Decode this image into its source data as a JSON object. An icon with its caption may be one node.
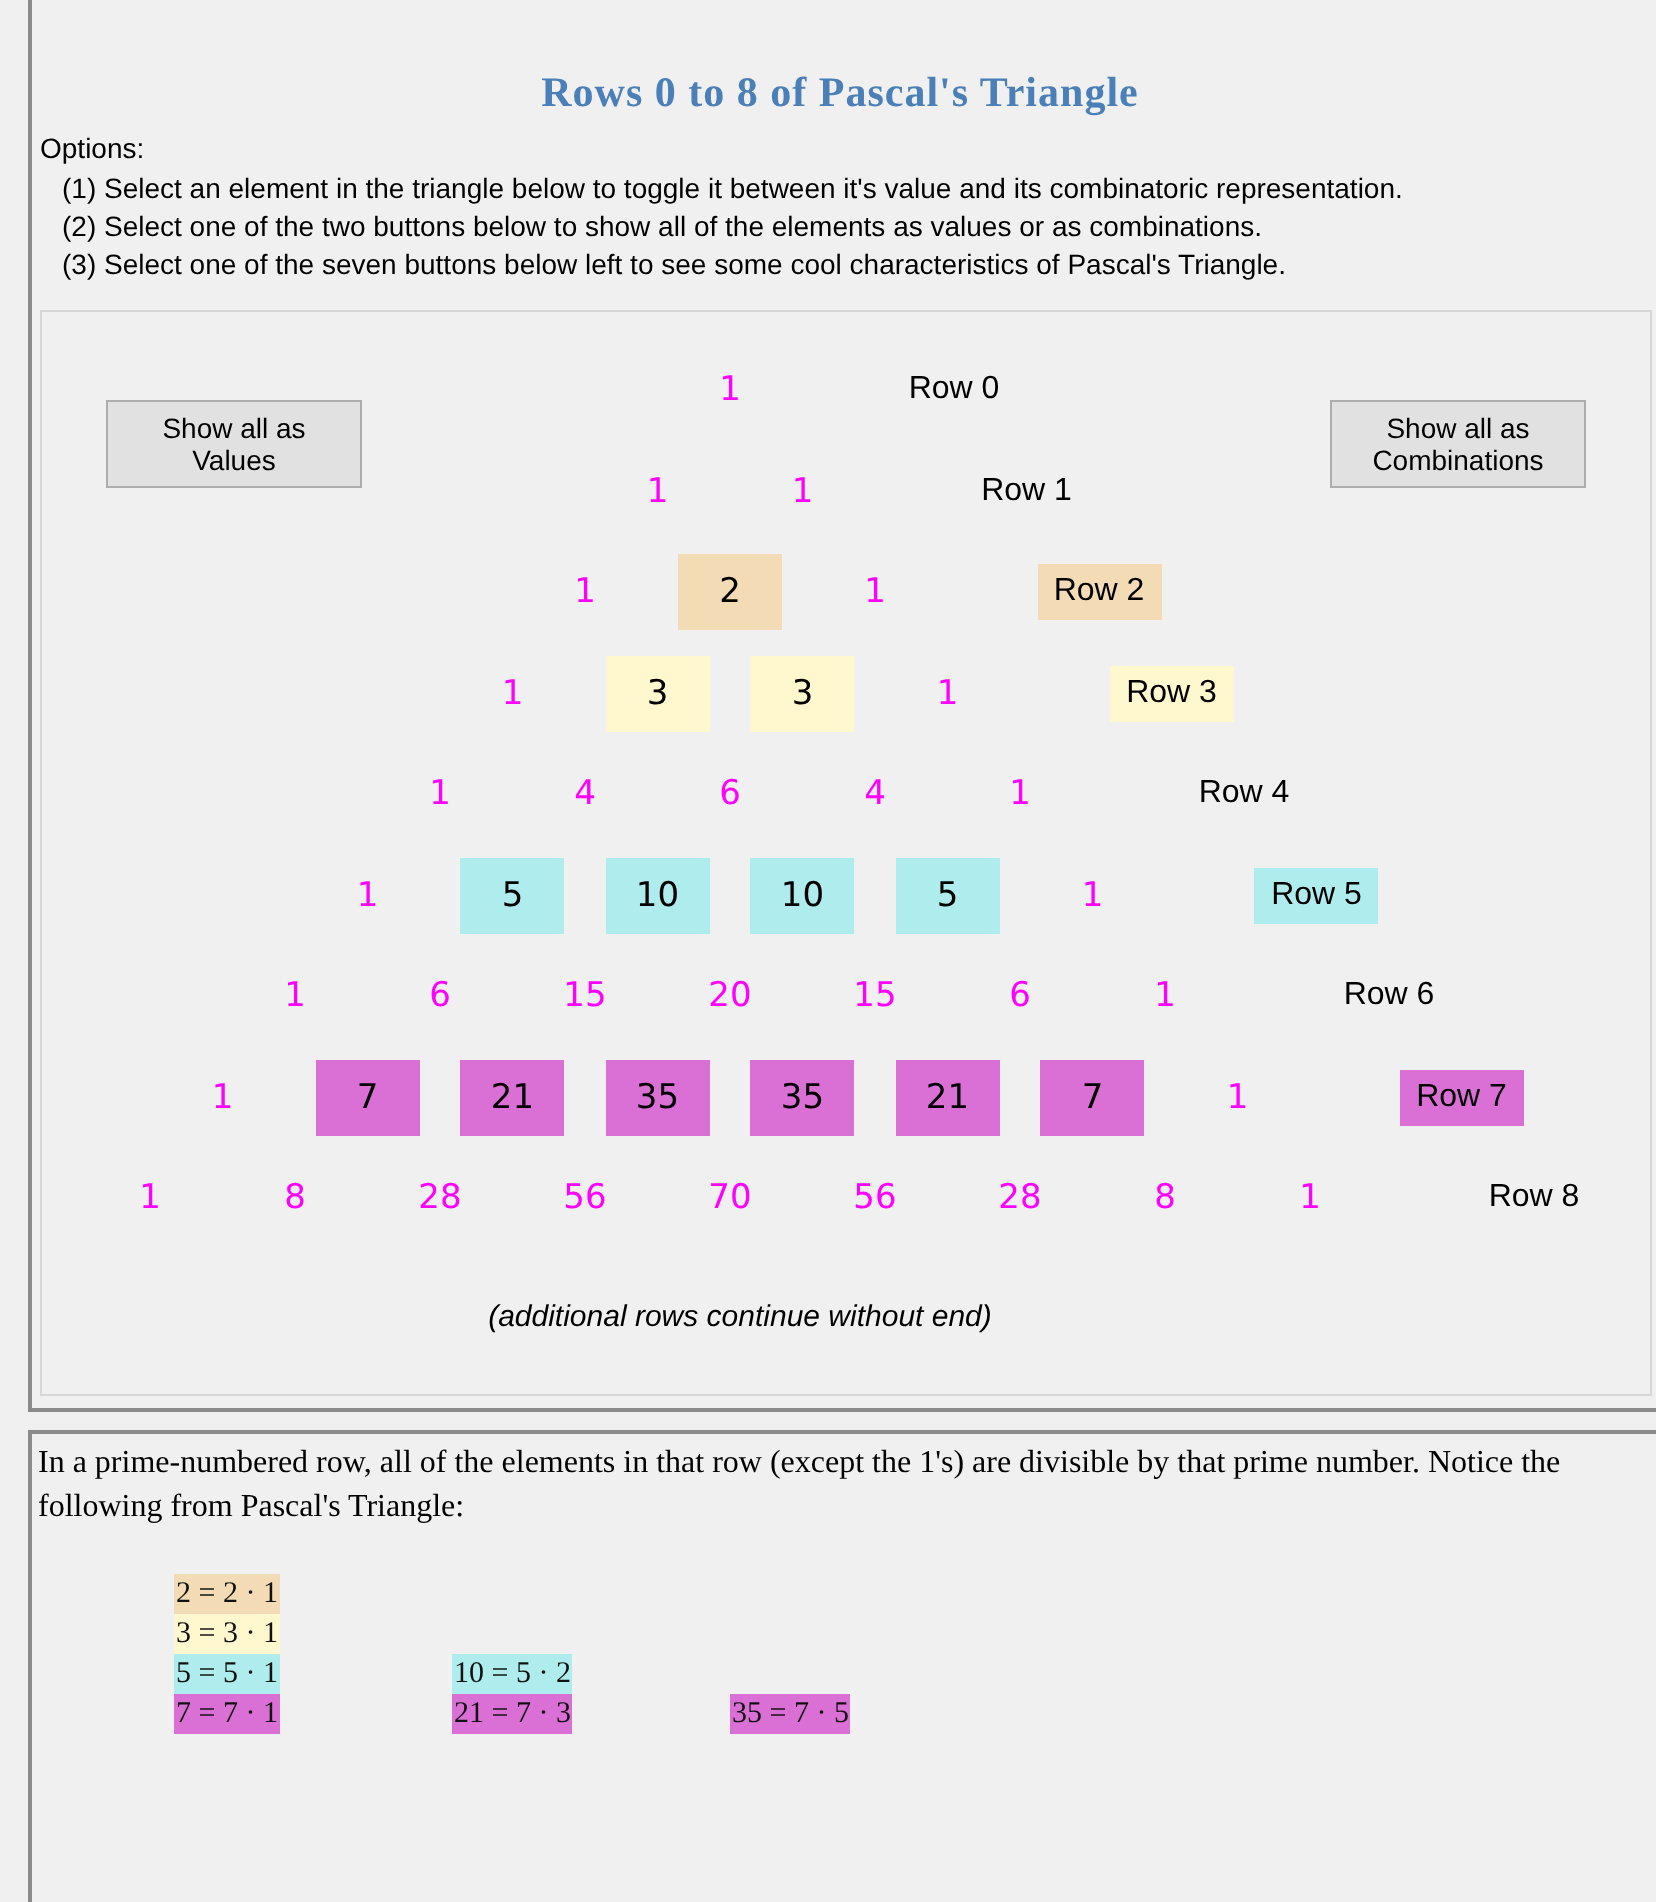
{
  "diagram": {
    "title": "Rows 0 to 8 of Pascal's Triangle",
    "nodes": [
      {
        "text": [
          "Show all as Values"
        ]
      },
      {
        "text": [
          "Show all as Combinations"
        ]
      },
      {
        "text": [
          "2"
        ]
      },
      {
        "text": [
          "Row 2"
        ]
      },
      {
        "text": [
          "3"
        ]
      },
      {
        "text": [
          "3"
        ]
      },
      {
        "text": [
          "Row 3"
        ]
      },
      {
        "text": [
          "5"
        ]
      },
      {
        "text": [
          "10"
        ]
      },
      {
        "text": [
          "10"
        ]
      },
      {
        "text": [
          "5"
        ]
      },
      {
        "text": [
          "Row 5"
        ]
      },
      {
        "text": [
          "7"
        ]
      },
      {
        "text": [
          "21"
        ]
      },
      {
        "text": [
          "35"
        ]
      },
      {
        "text": [
          "35"
        ]
      },
      {
        "text": [
          "21"
        ]
      },
      {
        "text": [
          "7"
        ]
      },
      {
        "text": [
          "Row 7"
        ]
      },
      {
        "text": [
          "2 = 2 · 1"
        ]
      },
      {
        "text": [
          "3 = 3 · 1"
        ]
      },
      {
        "text": [
          "5 = 5 · 1"
        ]
      },
      {
        "text": [
          "10 = 5 · 2"
        ]
      },
      {
        "text": [
          "7 = 7 · 1"
        ]
      },
      {
        "text": [
          "21 = 7 · 3"
        ]
      },
      {
        "text": [
          "35 = 7 · 5"
        ]
      }
    ],
    "labels": [
      "Options:",
      "(1) Select an element in the triangle below to toggle it between it's value and its combinatoric representation.",
      "(2) Select one of the two buttons below to show all of the elements as values or as combinations.",
      "(3) Select one of the seven buttons below left to see some cool characteristics of Pascal's Triangle.",
      "1",
      "Row 0",
      "1",
      "1",
      "Row 1",
      "1",
      "1",
      "1",
      "1",
      "1",
      "4",
      "6",
      "4",
      "1",
      "Row 4",
      "1",
      "1",
      "1",
      "6",
      "15",
      "20",
      "15",
      "6",
      "1",
      "Row 6",
      "1",
      "1",
      "1",
      "8",
      "28",
      "56",
      "70",
      "56",
      "28",
      "8",
      "1",
      "Row 8",
      "(additional rows continue without end)",
      "In a prime-numbered row, all of the elements in that row (except the 1's) are divisible by that prime number. Notice the following from Pascal's Triangle:"
    ]
  }
}
